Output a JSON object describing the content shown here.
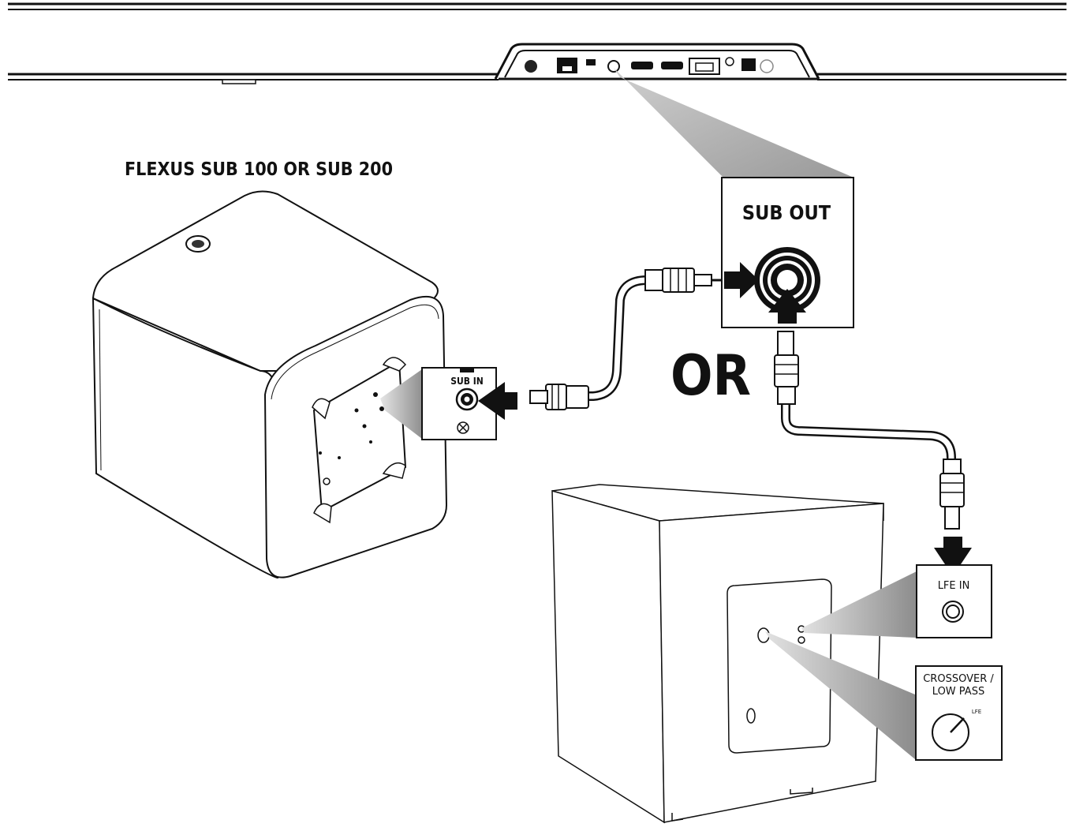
{
  "title": "FLEXUS SUB 100 OR SUB 200",
  "or_text": "OR",
  "callouts": {
    "sub_out": "SUB OUT",
    "sub_in": "SUB IN",
    "lfe_in": "LFE IN",
    "crossover_line1": "CROSSOVER /",
    "crossover_line2": "LOW PASS",
    "knob_mark": "LFE"
  },
  "colors": {
    "line": "#111111",
    "cone": "#bdbdbd",
    "arrow": "#111111",
    "background": "#ffffff"
  }
}
